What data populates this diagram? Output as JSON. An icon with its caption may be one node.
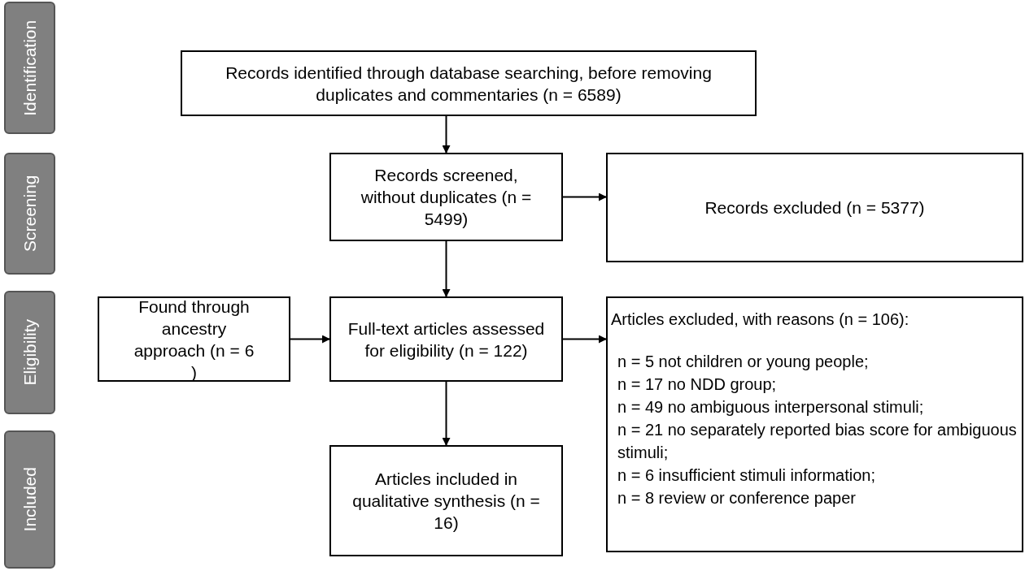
{
  "diagram": {
    "nodes": [
      {
        "text": [
          "Identification"
        ]
      },
      {
        "text": [
          "Screening"
        ]
      },
      {
        "text": [
          "Eligibility"
        ]
      },
      {
        "text": [
          "Included"
        ]
      },
      {
        "text": [
          "Records identified through database searching, before removing duplicates and commentaries (n = 6589)"
        ]
      },
      {
        "text": [
          "Records screened, without duplicates (n = 5499)"
        ]
      },
      {
        "text": [
          "Records excluded (n = 5377)"
        ]
      },
      {
        "text": [
          "Found through ancestry approach (n = 6 )"
        ]
      },
      {
        "text": [
          "Full-text articles assessed for eligibility (n = 122)"
        ]
      },
      {
        "text": [
          "Articles excluded, with reasons (n = 106):",
          "n = 5 not children or young people;",
          "n = 17 no NDD group;",
          "n = 49 no ambiguous interpersonal stimuli;",
          "n = 21 no separately reported bias score for ambiguous stimuli;",
          "n = 6 insufficient stimuli information;",
          "n = 8 review or conference paper"
        ]
      },
      {
        "text": [
          "Articles included in qualitative synthesis (n = 16)"
        ]
      }
    ],
    "edges": [
      {
        "from": 4,
        "to": 5,
        "arrow": "to"
      },
      {
        "from": 5,
        "to": 6,
        "arrow": "to"
      },
      {
        "from": 5,
        "to": 8,
        "arrow": "to"
      },
      {
        "from": 7,
        "to": 8,
        "arrow": "to"
      },
      {
        "from": 8,
        "to": 9,
        "arrow": "to"
      },
      {
        "from": 8,
        "to": 10,
        "arrow": "to"
      }
    ]
  }
}
